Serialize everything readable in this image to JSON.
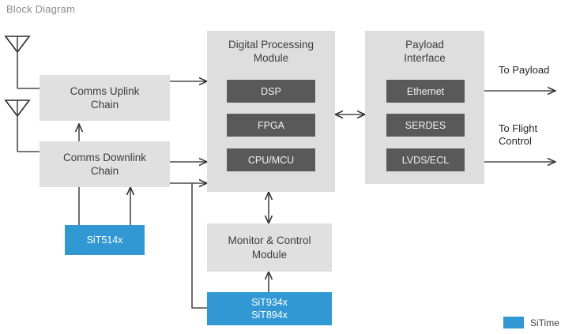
{
  "page": {
    "title": "Block Diagram"
  },
  "antennas": [
    {
      "name": "uplink-antenna"
    },
    {
      "name": "downlink-antenna"
    }
  ],
  "blocks": {
    "comms_uplink": {
      "label": "Comms Uplink\nChain"
    },
    "comms_downlink": {
      "label": "Comms Downlink\nChain"
    },
    "monitor_control": {
      "label": "Monitor & Control\nModule"
    }
  },
  "groups": {
    "digital_processing": {
      "title": "Digital Processing\nModule",
      "chips": [
        "DSP",
        "FPGA",
        "CPU/MCU"
      ]
    },
    "payload_interface": {
      "title": "Payload\nInterface",
      "chips": [
        "Ethernet",
        "SERDES",
        "LVDS/ECL"
      ]
    }
  },
  "sitime_parts": {
    "clock_1": {
      "label": "SiT514x"
    },
    "clock_2": {
      "label": "SiT934x\nSiT894x"
    }
  },
  "edge_labels": {
    "to_payload": "To Payload",
    "to_flight_control": "To Flight\nControl"
  },
  "legend": {
    "swatch_color": "#3198d4",
    "label": "SiTime"
  },
  "colors": {
    "group_fill": "#dedede",
    "block_fill": "#e0e0e0",
    "chip_fill": "#595959",
    "sitime_blue": "#3198d4",
    "line": "#404040",
    "title_text": "#8c8c8c"
  }
}
